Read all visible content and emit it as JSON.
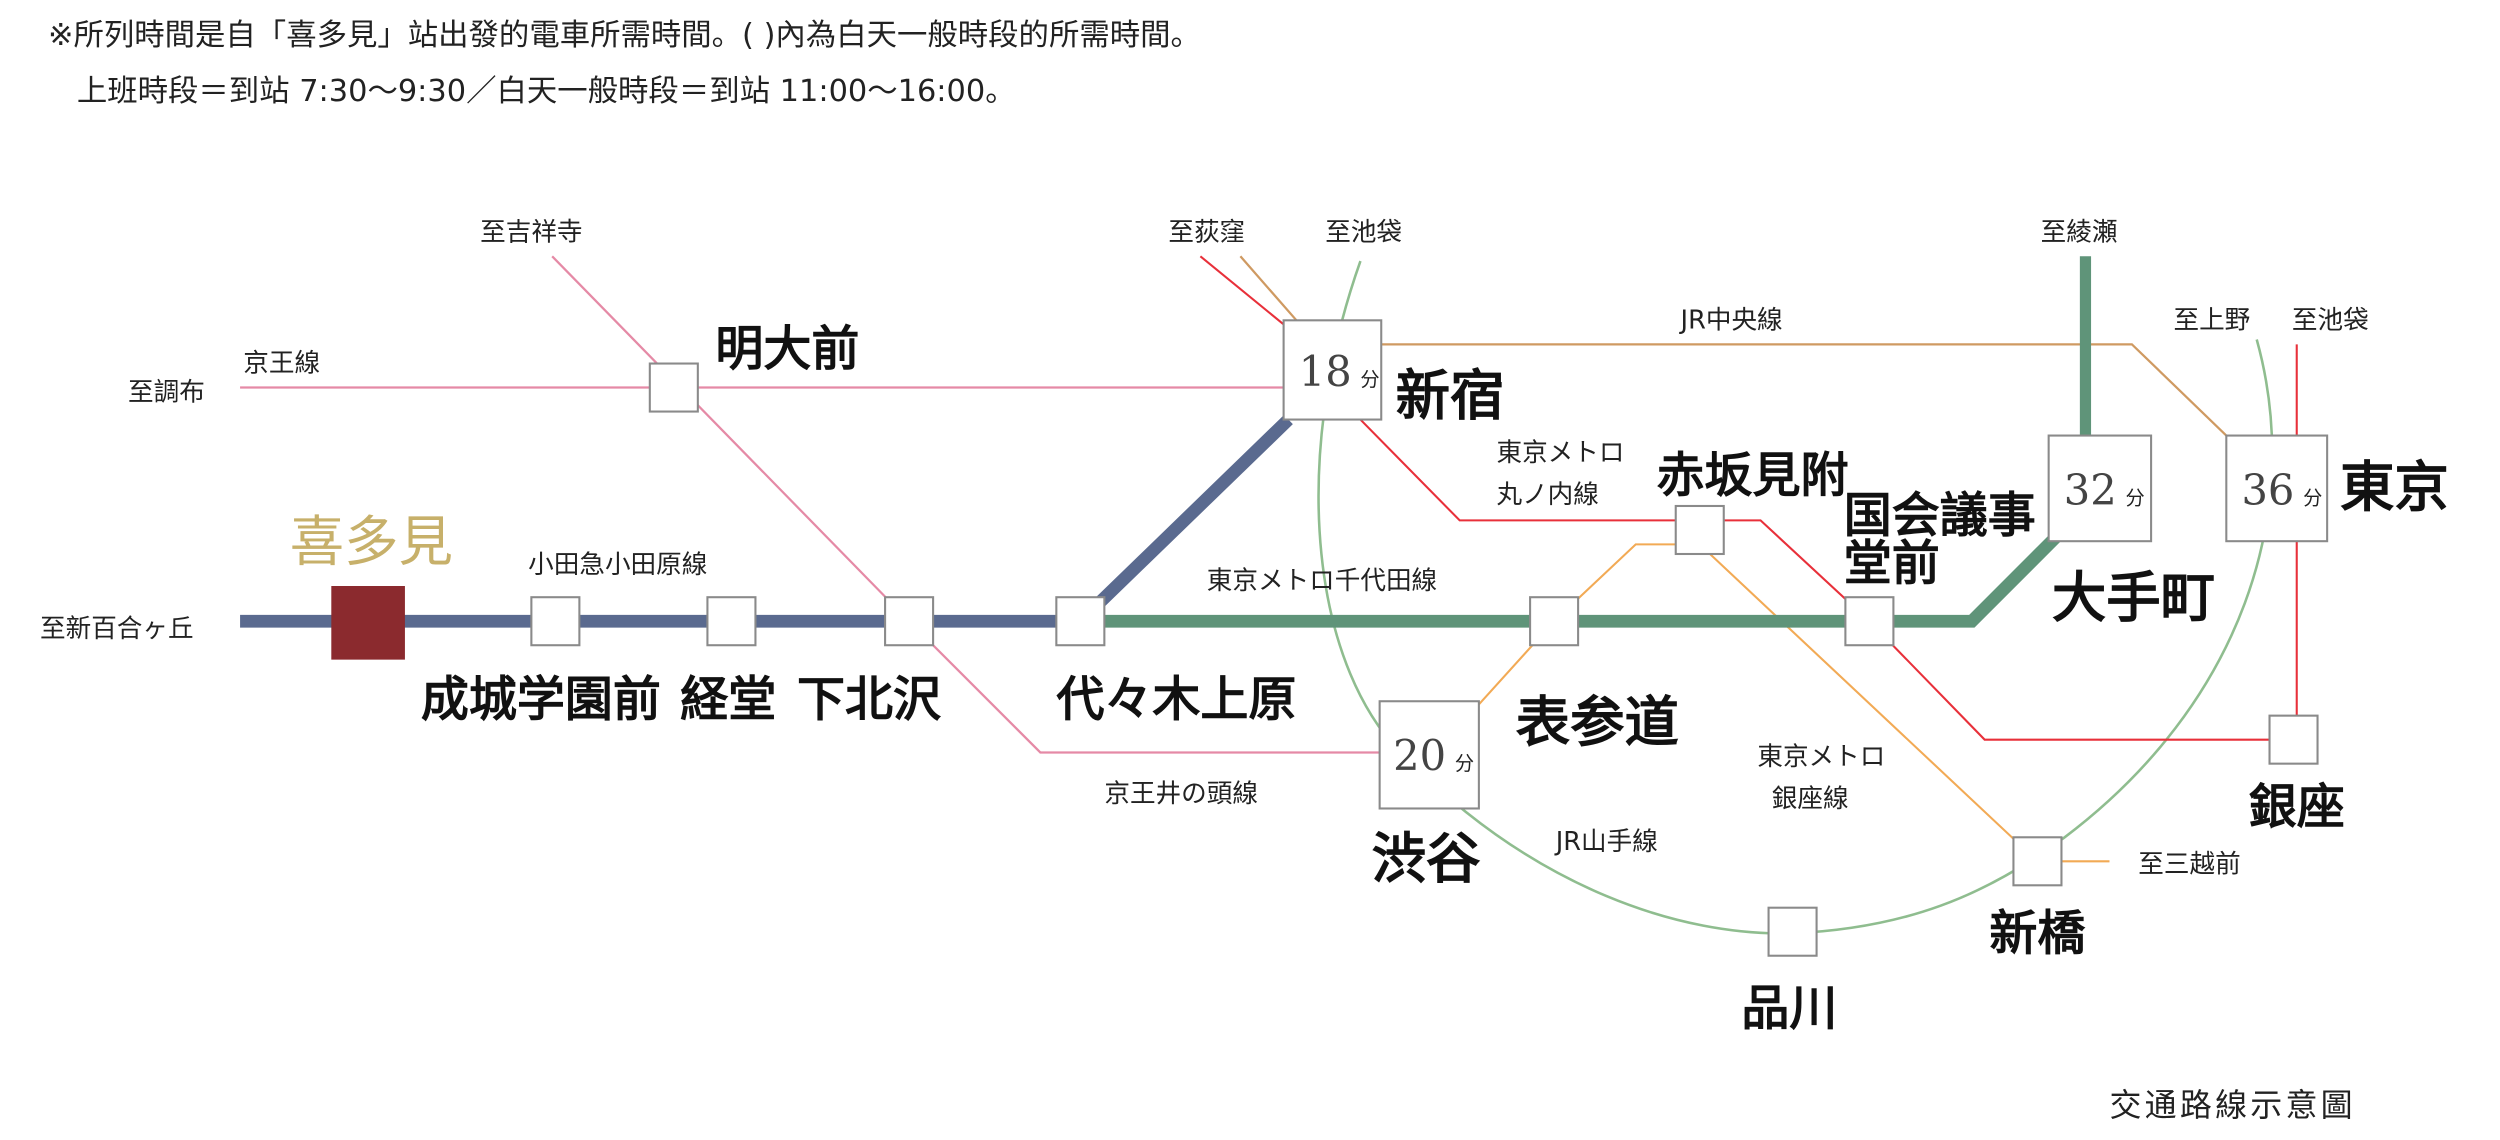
{
  "notes": {
    "line1": "※所列時間是自「喜多見」站出發的電車所需時間。( )內為白天一般時段的所需時間。",
    "line2": "上班時段＝到站 7:30～9:30／白天一般時段＝到站 11:00～16:00。"
  },
  "colors": {
    "odakyu": "#5a6a8f",
    "chiyoda": "#5f9479",
    "keio": "#e58aa6",
    "marunouchi": "#e8303a",
    "ginza": "#f2aa55",
    "chuo": "#cf9a62",
    "yamanote": "#8fbd8f",
    "home": "#8b2a2e",
    "home_label": "#c7b06a"
  },
  "lines": {
    "keio": "京王線",
    "odakyu": "小田急小田原線",
    "inokashira": "京王井の頭線",
    "chiyoda": "東京メトロ千代田線",
    "marunouchi_1": "東京メトロ",
    "marunouchi_2": "丸ノ内線",
    "ginza_1": "東京メトロ",
    "ginza_2": "銀座線",
    "chuo": "JR中央線",
    "yamanote": "JR山手線"
  },
  "directions": {
    "chofu": "至調布",
    "kichijoji": "至吉祥寺",
    "shinyurigaoka": "至新百合ヶ丘",
    "ogikubo": "至荻窪",
    "ikebukuro1": "至池袋",
    "ayase": "至綾瀬",
    "ueno": "至上野",
    "ikebukuro2": "至池袋",
    "mitsukoshimae": "至三越前"
  },
  "stations": {
    "kitami": "喜多見",
    "seijo": "成城学園前",
    "kyodo": "経堂",
    "shimokitazawa": "下北沢",
    "yoyogiuehara": "代々木上原",
    "meidaimae": "明大前",
    "shinjuku": "新宿",
    "shibuya": "渋谷",
    "omotesando": "表参道",
    "akasakamitsuke": "赤坂見附",
    "kokkai_1": "国会議事",
    "kokkai_2": "堂前",
    "otemachi": "大手町",
    "tokyo": "東京",
    "ginza": "銀座",
    "shinbashi": "新橋",
    "shinagawa": "品川"
  },
  "times": {
    "shinjuku": "18",
    "shibuya": "20",
    "otemachi": "32",
    "tokyo": "36",
    "unit": "分"
  },
  "caption": "交通路線示意圖"
}
